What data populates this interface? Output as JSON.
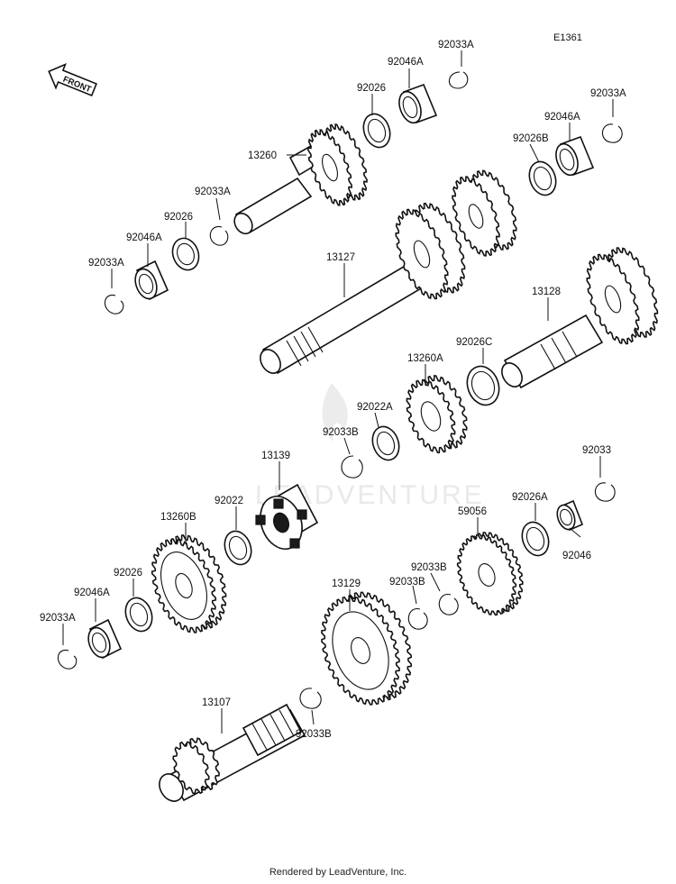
{
  "diagram_code": "E1361",
  "front_label": "FRONT",
  "watermark": "LEADVENTURE",
  "footer": "Rendered by LeadVenture, Inc.",
  "parts": [
    {
      "id": "lbl-92033a-top",
      "text": "92033A"
    },
    {
      "id": "lbl-92046a-top",
      "text": "92046A"
    },
    {
      "id": "lbl-92026-top",
      "text": "92026"
    },
    {
      "id": "lbl-13260",
      "text": "13260"
    },
    {
      "id": "lbl-92033a-right",
      "text": "92033A"
    },
    {
      "id": "lbl-92046a-right",
      "text": "92046A"
    },
    {
      "id": "lbl-92026b",
      "text": "92026B"
    },
    {
      "id": "lbl-92033a-left",
      "text": "92033A"
    },
    {
      "id": "lbl-92026-left",
      "text": "92026"
    },
    {
      "id": "lbl-92046a-left",
      "text": "92046A"
    },
    {
      "id": "lbl-92033a-left2",
      "text": "92033A"
    },
    {
      "id": "lbl-13127",
      "text": "13127"
    },
    {
      "id": "lbl-13128",
      "text": "13128"
    },
    {
      "id": "lbl-92026c",
      "text": "92026C"
    },
    {
      "id": "lbl-13260a",
      "text": "13260A"
    },
    {
      "id": "lbl-92022a",
      "text": "92022A"
    },
    {
      "id": "lbl-92033b-mid",
      "text": "92033B"
    },
    {
      "id": "lbl-13139",
      "text": "13139"
    },
    {
      "id": "lbl-92022",
      "text": "92022"
    },
    {
      "id": "lbl-13260b",
      "text": "13260B"
    },
    {
      "id": "lbl-92026-low",
      "text": "92026"
    },
    {
      "id": "lbl-92046a-low",
      "text": "92046A"
    },
    {
      "id": "lbl-92033a-low",
      "text": "92033A"
    },
    {
      "id": "lbl-92033",
      "text": "92033"
    },
    {
      "id": "lbl-92026a",
      "text": "92026A"
    },
    {
      "id": "lbl-59056",
      "text": "59056"
    },
    {
      "id": "lbl-92046",
      "text": "92046"
    },
    {
      "id": "lbl-92033b-a",
      "text": "92033B"
    },
    {
      "id": "lbl-92033b-b",
      "text": "92033B"
    },
    {
      "id": "lbl-13129",
      "text": "13129"
    },
    {
      "id": "lbl-13107",
      "text": "13107"
    },
    {
      "id": "lbl-92033b-low",
      "text": "92033B"
    }
  ]
}
